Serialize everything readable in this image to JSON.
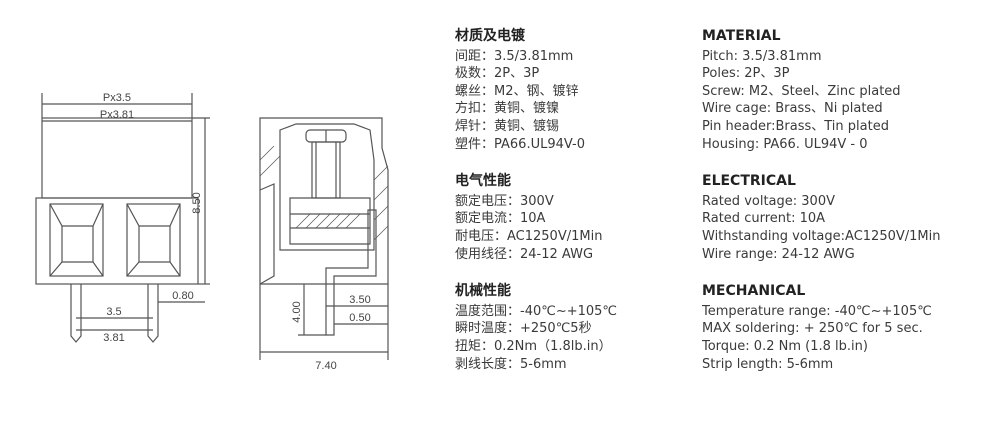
{
  "drawing": {
    "dims": {
      "px35": "Px3.5",
      "px381": "Px3.81",
      "h850": "8.50",
      "w080": "0.80",
      "p35": "3.5",
      "p381": "3.81",
      "h400": "4.00",
      "w350": "3.50",
      "w050": "0.50",
      "w740": "7.40"
    },
    "colors": {
      "line": "#555555",
      "fill": "#ffffff"
    }
  },
  "zh": {
    "material": {
      "heading": "材质及电镀",
      "lines": [
        "间距：3.5/3.81mm",
        "极数：2P、3P",
        "螺丝：M2、钢、镀锌",
        "方扣：黄铜、镀镍",
        "焊针：黄铜、镀锡",
        "塑件：PA66.UL94V-0"
      ]
    },
    "electrical": {
      "heading": "电气性能",
      "lines": [
        "额定电压：300V",
        "额定电流：10A",
        "耐电压：AC1250V/1Min",
        "使用线径：24-12 AWG"
      ]
    },
    "mechanical": {
      "heading": "机械性能",
      "lines": [
        "温度范围：-40℃~+105℃",
        "瞬时温度：+250℃5秒",
        "扭矩：0.2Nm（1.8lb.in）",
        "剥线长度：5-6mm"
      ]
    }
  },
  "en": {
    "material": {
      "heading": "MATERIAL",
      "lines": [
        "Pitch: 3.5/3.81mm",
        "Poles: 2P、3P",
        "Screw: M2、Steel、Zinc plated",
        "Wire cage: Brass、Ni plated",
        "Pin header:Brass、Tin plated",
        "Housing: PA66. UL94V - 0"
      ]
    },
    "electrical": {
      "heading": "ELECTRICAL",
      "lines": [
        "Rated voltage: 300V",
        "Rated current: 10A",
        "Withstanding voltage:AC1250V/1Min",
        "Wire range: 24-12 AWG"
      ]
    },
    "mechanical": {
      "heading": "MECHANICAL",
      "lines": [
        "Temperature range: -40℃~+105℃",
        "MAX soldering: + 250℃ for 5 sec.",
        "Torque: 0.2 Nm (1.8 lb.in)",
        "Strip length: 5-6mm"
      ]
    }
  }
}
